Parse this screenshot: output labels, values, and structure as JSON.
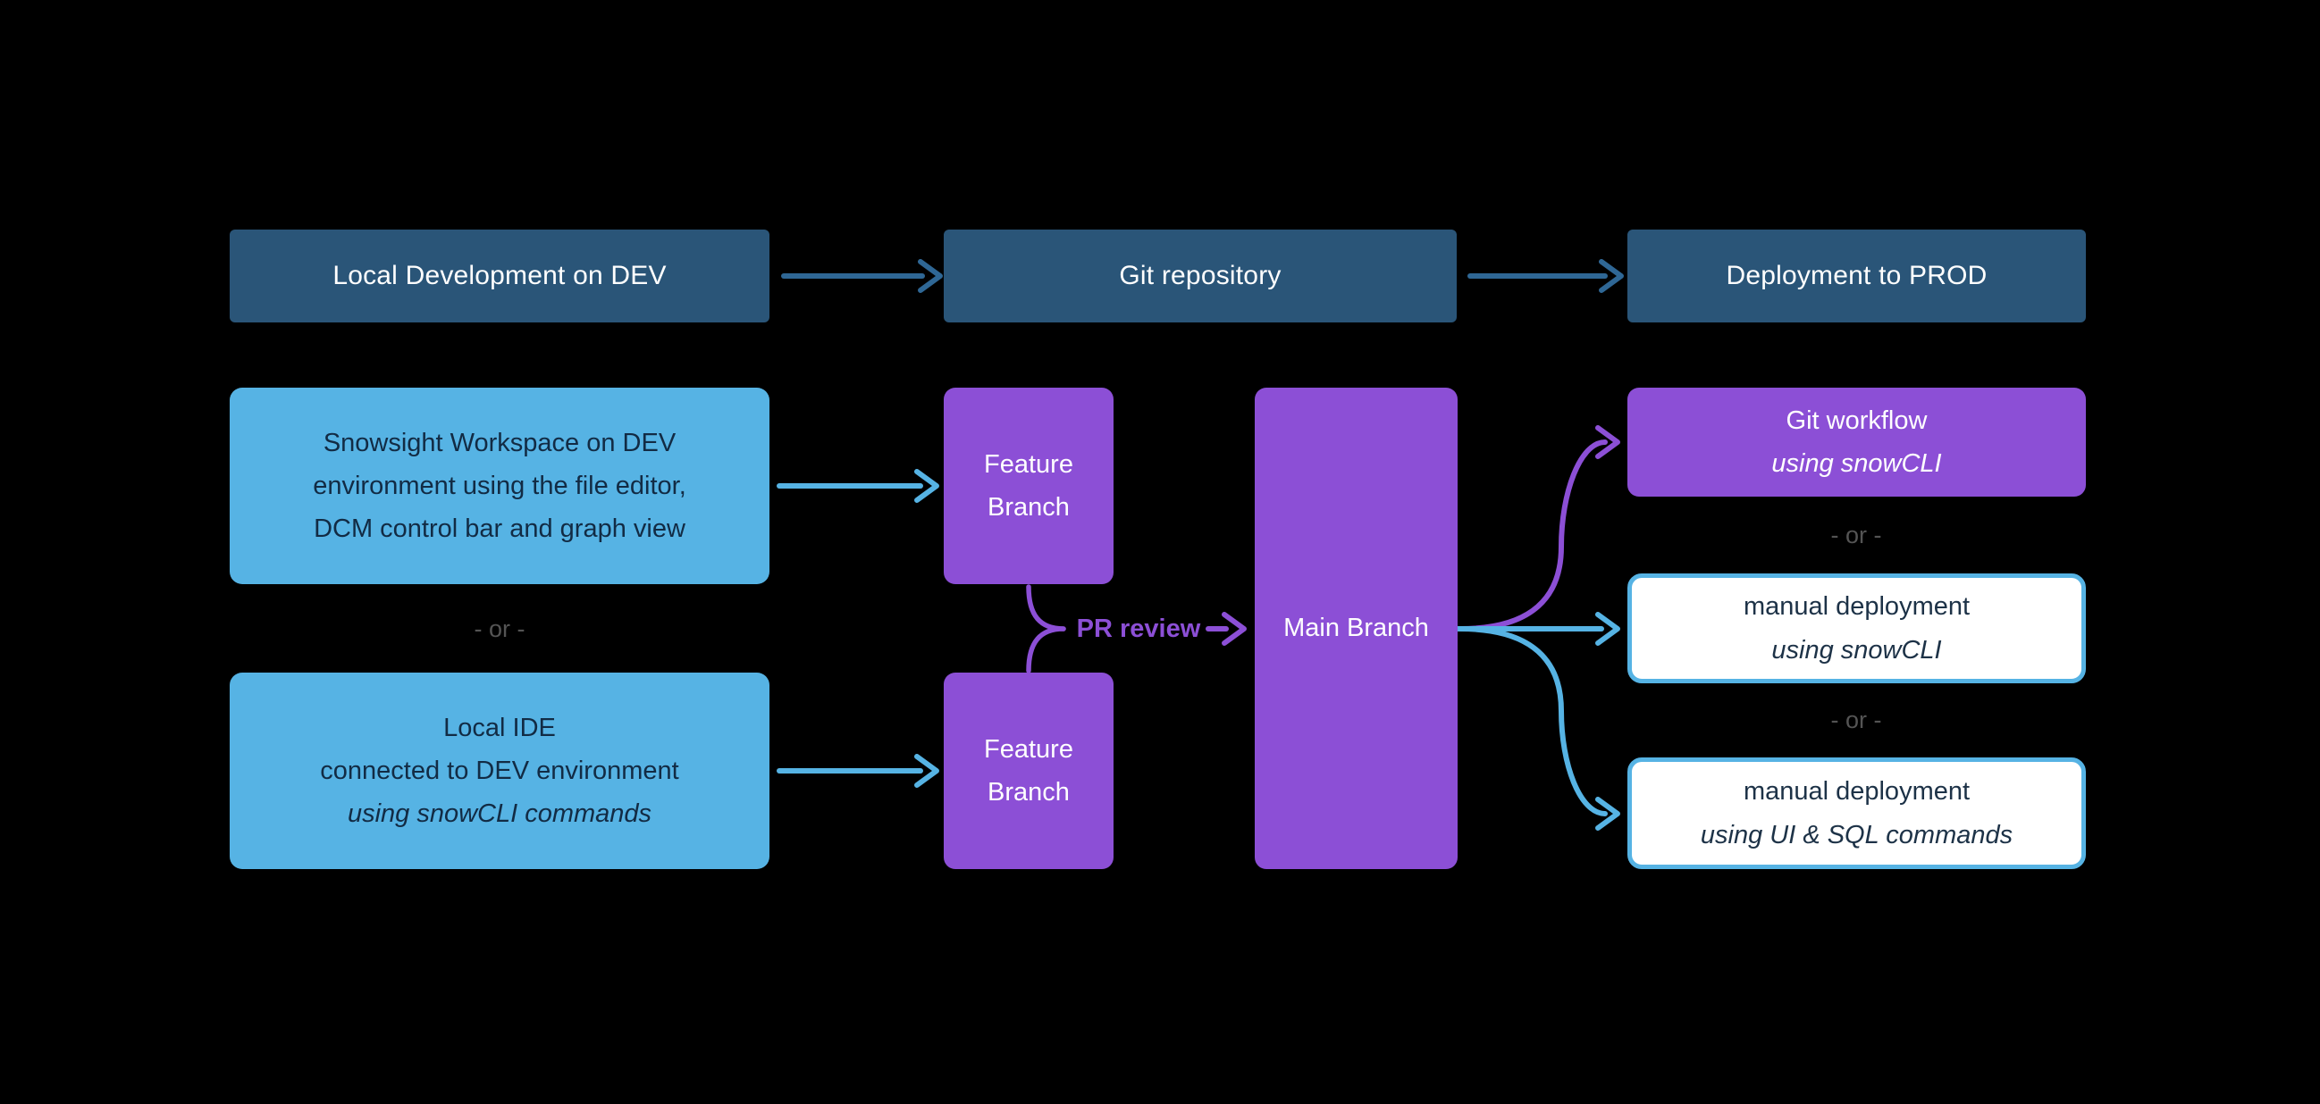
{
  "colors": {
    "page_bg": "#000000",
    "header_bg": "#2a5578",
    "header_arrow": "#2f6795",
    "light_blue": "#56b3e4",
    "purple": "#8c4fd6",
    "dark_text": "#122b44",
    "white_box_text": "#1d3247",
    "or_gray": "#545454"
  },
  "headers": [
    {
      "label": "Local Development on DEV"
    },
    {
      "label": "Git repository"
    },
    {
      "label": "Deployment to PROD"
    }
  ],
  "dev_column": {
    "snowsight_box": {
      "lines": [
        "Snowsight Workspace on DEV",
        "environment using the file editor,",
        "DCM control bar and graph view"
      ]
    },
    "or_label": "- or -",
    "local_ide_box": {
      "lines": [
        "Local IDE",
        "connected to DEV environment"
      ],
      "italic_line": "using snowCLI commands"
    }
  },
  "git_column": {
    "feature_branch_top": "Feature Branch",
    "feature_branch_bottom": "Feature Branch",
    "pr_review_label": "PR review",
    "main_branch": "Main Branch"
  },
  "prod_column": {
    "git_workflow_box": {
      "line1": "Git workflow",
      "line2_italic": "using snowCLI"
    },
    "or_label_1": "- or -",
    "manual_cli_box": {
      "line1": "manual deployment",
      "line2_italic": "using snowCLI"
    },
    "or_label_2": "- or -",
    "manual_ui_box": {
      "line1": "manual deployment",
      "line2_italic": "using UI & SQL commands"
    }
  }
}
